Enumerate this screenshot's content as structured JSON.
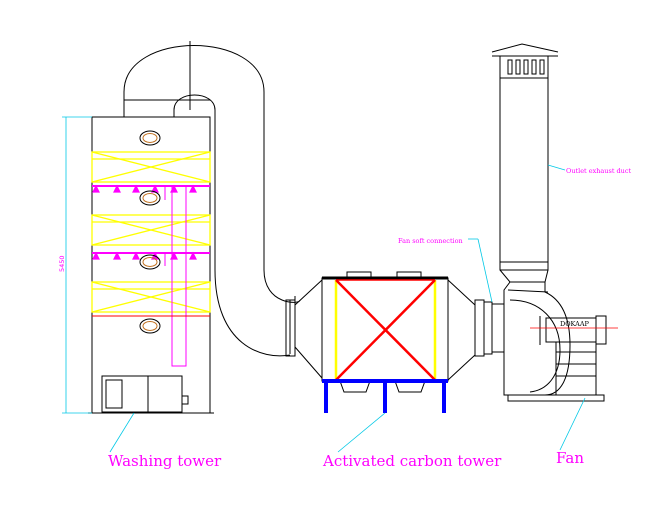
{
  "labels": {
    "washing_tower": "Washing tower",
    "carbon_tower": "Activated carbon tower",
    "fan": "Fan",
    "outlet_duct": "Outlet exhaust duct",
    "fan_soft_connection": "Fan soft connection",
    "fan_plate": "DOKAAP",
    "height_dimension": "5450"
  },
  "colors": {
    "line": "#000000",
    "label": "#ff00ff",
    "leader": "#00c8e6",
    "packing": "#ffff00",
    "spray": "#ff00ff",
    "cross": "#ff0000",
    "legs": "#0000ff",
    "frame_top": "#000000"
  },
  "icons": [
    "manhole-icon",
    "spray-nozzle-icon",
    "louver-icon"
  ]
}
